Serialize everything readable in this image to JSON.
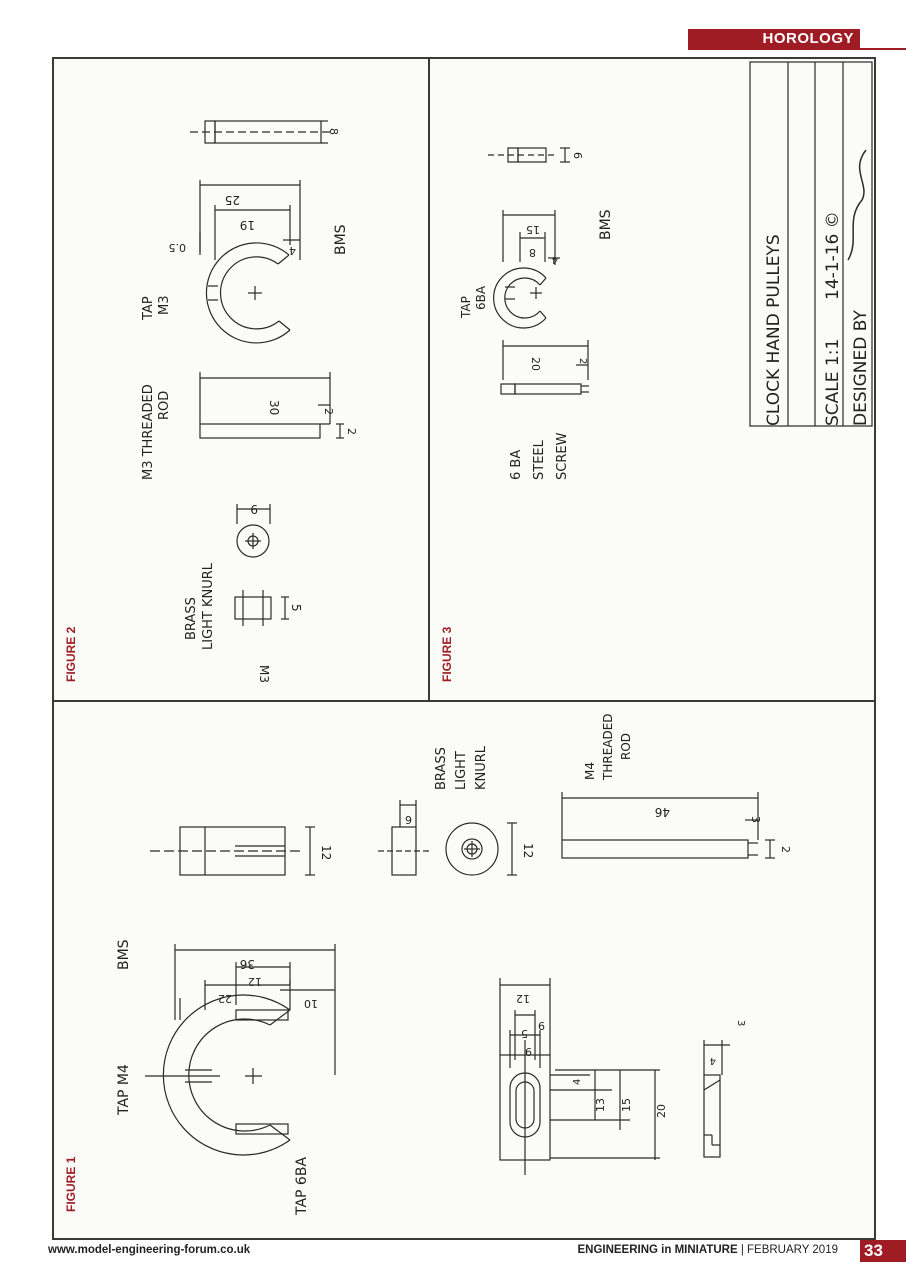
{
  "header": {
    "section": "HOROLOGY",
    "accent_color": "#a01c24"
  },
  "figures": {
    "fig1": {
      "label": "FIGURE 1"
    },
    "fig2": {
      "label": "FIGURE 2"
    },
    "fig3": {
      "label": "FIGURE 3"
    }
  },
  "title_block": {
    "title": "CLOCK HAND PULLEYS",
    "scale": "SCALE 1:1",
    "date": "14-1-16 ©",
    "designed_by": "DESIGNED BY"
  },
  "fig1_notes": {
    "tap_m4": "TAP M4",
    "tap_6ba": "TAP 6BA",
    "bms": "BMS",
    "brass": "BRASS",
    "light": "LIGHT",
    "knurl": "KNURL",
    "m4": "M4",
    "threaded": "THREADED",
    "rod": "ROD",
    "dims": {
      "d36": "36",
      "d22": "22",
      "d12a": "12",
      "d10": "10",
      "d12b": "12",
      "d6": "6",
      "d12c": "12",
      "d46": "46",
      "d3": "3",
      "d2": "2",
      "d12d": "12",
      "d9a": "9",
      "d5": "5",
      "d9b": "9",
      "d4": "4",
      "d13": "13",
      "d15": "15",
      "d20": "20",
      "d3b": "3",
      "d4b": "4"
    }
  },
  "fig2_notes": {
    "tap": "TAP",
    "m3": "M3",
    "bms": "BMS",
    "m3_threaded_rod": "M3 THREADED",
    "rod": "ROD",
    "brass": "BRASS",
    "light_knurl": "LIGHT KNURL",
    "m3_small": "M3",
    "dims": {
      "d25": "25",
      "d19": "19",
      "d05": "0.5",
      "d4": "4",
      "d8": "8",
      "d30": "30",
      "d2a": "2",
      "d2b": "2",
      "d9": "9",
      "d5": "5"
    }
  },
  "fig3_notes": {
    "tap": "TAP",
    "ba6": "6BA",
    "bms": "BMS",
    "ba6_label": "6 BA",
    "steel": "STEEL",
    "screw": "SCREW",
    "dims": {
      "d6": "6",
      "d15": "15",
      "d8": "8",
      "d4": "4",
      "d20": "20",
      "d2": "2"
    }
  },
  "footer": {
    "website": "www.model-engineering-forum.co.uk",
    "magazine": "ENGINEERING in MINIATURE",
    "issue": "| FEBRUARY 2019",
    "page": "33"
  }
}
